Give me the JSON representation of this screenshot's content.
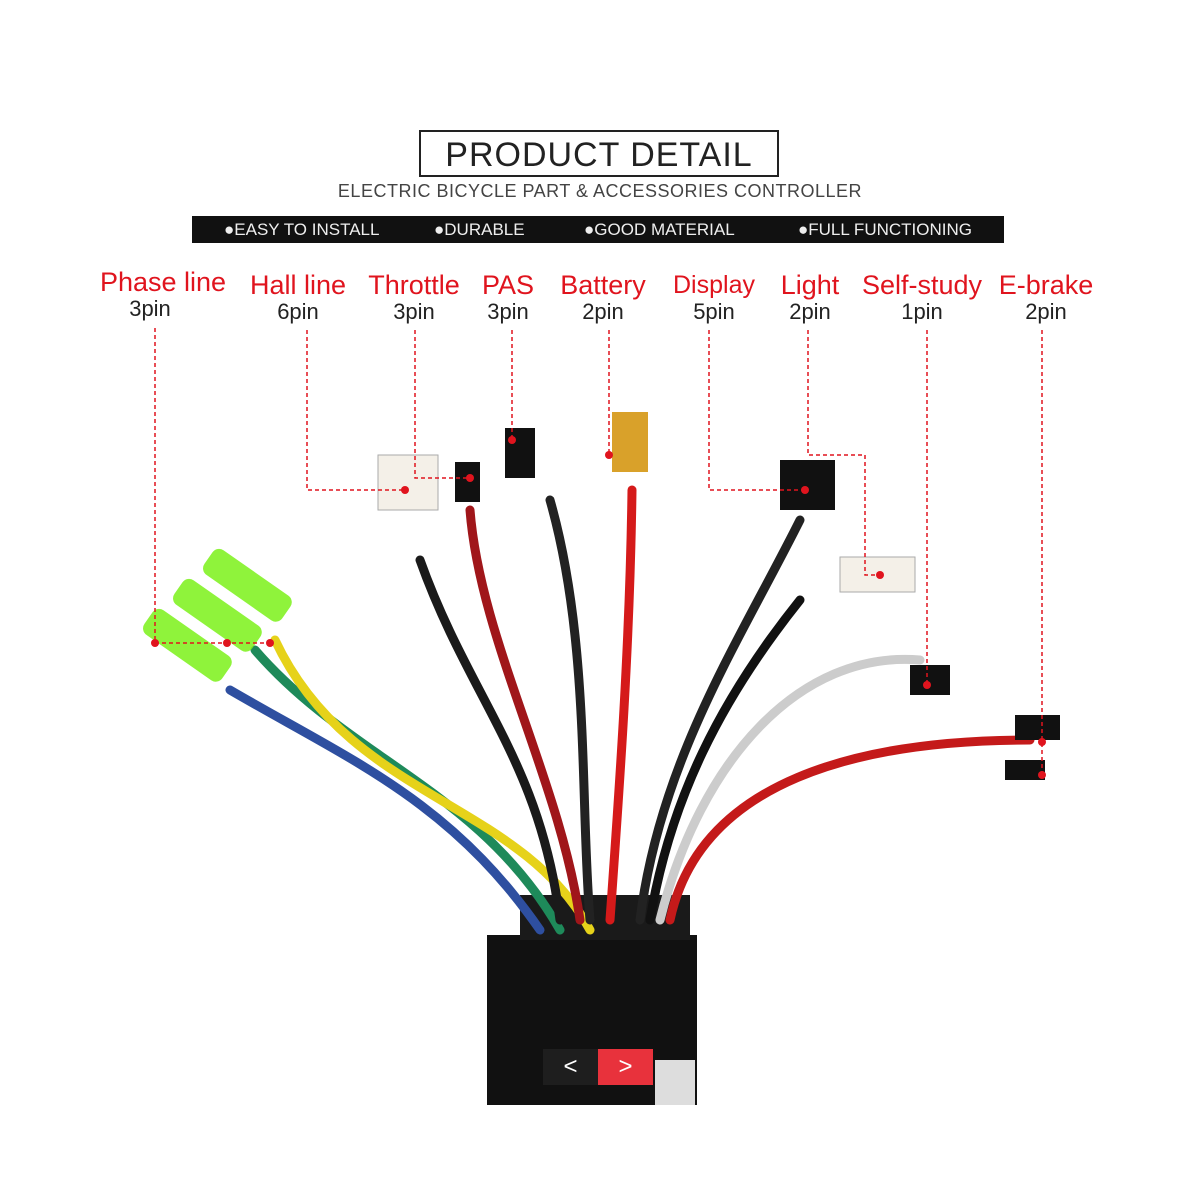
{
  "header": {
    "title": "PRODUCT  DETAIL",
    "subtitle": "ELECTRIC BICYCLE PART & ACCESSORIES CONTROLLER"
  },
  "features": [
    "●EASY TO INSTALL",
    "●DURABLE",
    "●GOOD MATERIAL",
    "●FULL FUNCTIONING"
  ],
  "labels": [
    {
      "name": "Phase line",
      "pins": "3pin"
    },
    {
      "name": "Hall line",
      "pins": "6pin"
    },
    {
      "name": "Throttle",
      "pins": "3pin"
    },
    {
      "name": "PAS",
      "pins": "3pin"
    },
    {
      "name": "Battery",
      "pins": "2pin"
    },
    {
      "name": "Display",
      "pins": "5pin"
    },
    {
      "name": "Light",
      "pins": "2pin"
    },
    {
      "name": "Self-study",
      "pins": "1pin"
    },
    {
      "name": "E-brake",
      "pins": "2pin"
    }
  ],
  "carousel": {
    "prev": "<",
    "next": ">"
  },
  "colors": {
    "accent": "#e0141e",
    "nav_next": "#e8323c",
    "nav_prev": "#1e1e1e"
  }
}
